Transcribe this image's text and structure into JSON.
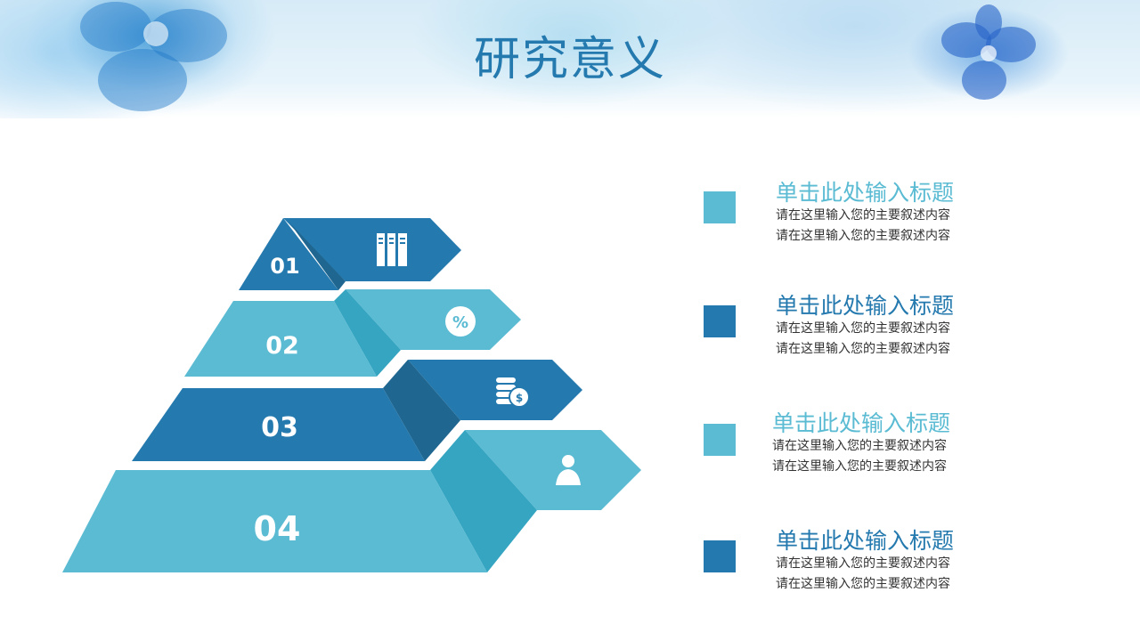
{
  "slide": {
    "title": "研究意义"
  },
  "colors": {
    "light": "#5abbd3",
    "dark": "#2479ae",
    "light_side": "#35a5c2",
    "dark_side": "#1f6690"
  },
  "pyramid": [
    {
      "number": "01",
      "icon": "books-icon"
    },
    {
      "number": "02",
      "icon": "percent-badge-icon"
    },
    {
      "number": "03",
      "icon": "coins-dollar-icon"
    },
    {
      "number": "04",
      "icon": "person-icon"
    }
  ],
  "items": [
    {
      "title": "单击此处输入标题",
      "line1": "请在这里输入您的主要叙述内容",
      "line2": "请在这里输入您的主要叙述内容"
    },
    {
      "title": "单击此处输入标题",
      "line1": "请在这里输入您的主要叙述内容",
      "line2": "请在这里输入您的主要叙述内容"
    },
    {
      "title": "单击此处输入标题",
      "line1": "请在这里输入您的主要叙述内容",
      "line2": "请在这里输入您的主要叙述内容"
    },
    {
      "title": "单击此处输入标题",
      "line1": "请在这里输入您的主要叙述内容",
      "line2": "请在这里输入您的主要叙述内容"
    }
  ]
}
